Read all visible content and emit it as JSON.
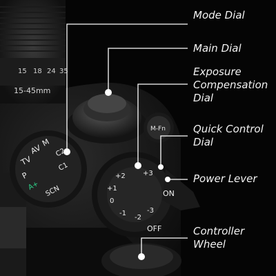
{
  "colors": {
    "background": "#050505",
    "callout_line": "#ffffff",
    "label_text": "#f2f2f2",
    "mode_green": "#2fd48a"
  },
  "callouts": [
    {
      "id": "mode-dial",
      "lines": [
        "Mode Dial"
      ]
    },
    {
      "id": "main-dial",
      "lines": [
        "Main Dial"
      ]
    },
    {
      "id": "exposure-compensation-dial",
      "lines": [
        "Exposure",
        "Compensation",
        "Dial"
      ]
    },
    {
      "id": "quick-control-dial",
      "lines": [
        "Quick Control",
        "Dial"
      ]
    },
    {
      "id": "power-lever",
      "lines": [
        "Power Lever"
      ]
    },
    {
      "id": "controller-wheel",
      "lines": [
        "Controller",
        "Wheel"
      ]
    }
  ],
  "camera_markings": {
    "focal_marks": [
      "15",
      "18",
      "24",
      "35"
    ],
    "lens_range": "15-45mm",
    "mode_dial": [
      "M",
      "AV",
      "TV",
      "P",
      "A+",
      "SCN",
      "C2",
      "C1"
    ],
    "exposure_dial": [
      "+2",
      "+1",
      "0",
      "-1",
      "-2",
      "-3",
      "+3"
    ],
    "button_label": "M-Fn",
    "power_on": "ON",
    "power_off": "OFF"
  }
}
